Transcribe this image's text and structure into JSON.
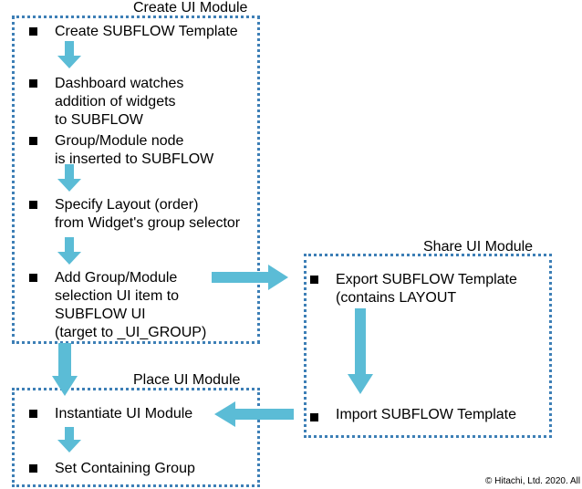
{
  "modules": {
    "create": {
      "title": "Create UI Module",
      "steps": [
        [
          "Create SUBFLOW Template"
        ],
        [
          "Dashboard watches",
          "addition of widgets",
          "to SUBFLOW"
        ],
        [
          "Group/Module node",
          "is inserted to SUBFLOW"
        ],
        [
          "Specify Layout (order)",
          "from Widget's group selector"
        ],
        [
          "Add Group/Module",
          "selection UI item to",
          "SUBFLOW UI",
          "(target to _UI_GROUP)"
        ]
      ]
    },
    "share": {
      "title": "Share UI Module",
      "steps": [
        [
          "Export SUBFLOW Template",
          "(contains LAYOUT"
        ],
        [
          "Import SUBFLOW Template"
        ]
      ]
    },
    "place": {
      "title": "Place UI Module",
      "steps": [
        [
          "Instantiate UI Module"
        ],
        [
          "Set Containing Group"
        ]
      ]
    }
  },
  "copyright": "© Hitachi, Ltd. 2020. All",
  "colors": {
    "arrow": "#5bbcd6",
    "border": "#3d7fb6"
  }
}
